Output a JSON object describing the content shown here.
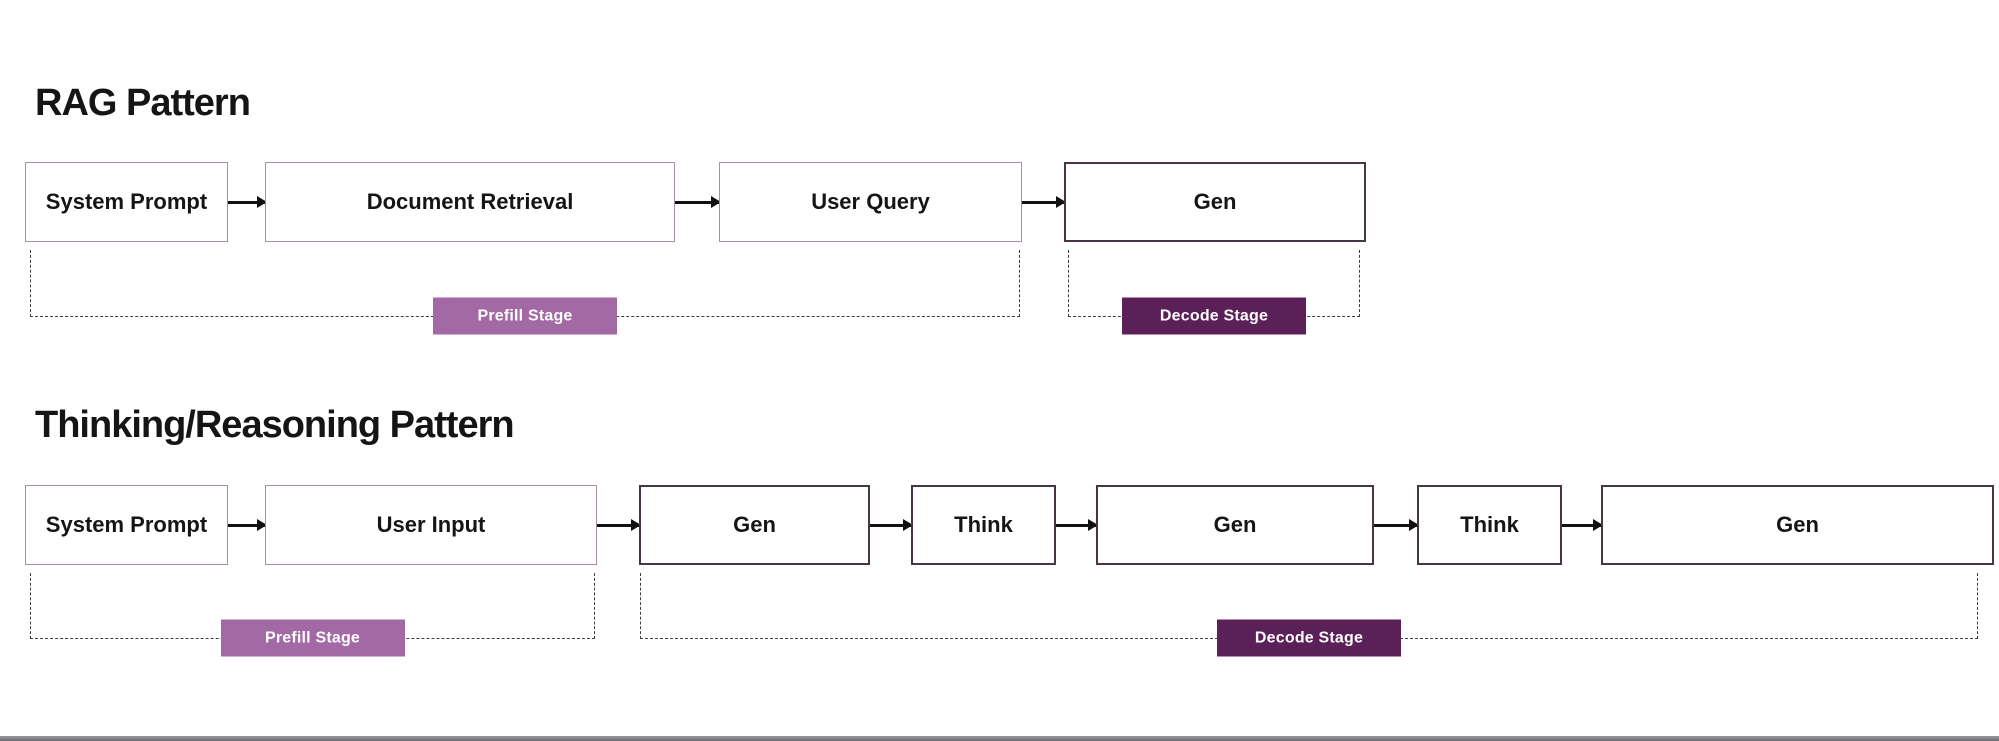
{
  "colors": {
    "background": "#ffffff",
    "title_text": "#151515",
    "box_text": "#151515",
    "light_box_border": "#a890a8",
    "dark_box_border": "#463646",
    "arrow": "#111111",
    "dashed_line": "#3f3f3f",
    "prefill_badge_bg": "#a269a5",
    "decode_badge_bg": "#5c2059",
    "badge_text": "#ffffff",
    "bottom_bar": "#85858a"
  },
  "diagrams": [
    {
      "title": "RAG Pattern",
      "boxes": [
        {
          "label": "System Prompt"
        },
        {
          "label": "Document Retrieval"
        },
        {
          "label": "User Query"
        },
        {
          "label": "Gen"
        }
      ],
      "stages": [
        {
          "label": "Prefill Stage"
        },
        {
          "label": "Decode Stage"
        }
      ]
    },
    {
      "title": "Thinking/Reasoning Pattern",
      "boxes": [
        {
          "label": "System Prompt"
        },
        {
          "label": "User Input"
        },
        {
          "label": "Gen"
        },
        {
          "label": "Think"
        },
        {
          "label": "Gen"
        },
        {
          "label": "Think"
        },
        {
          "label": "Gen"
        }
      ],
      "stages": [
        {
          "label": "Prefill Stage"
        },
        {
          "label": "Decode Stage"
        }
      ]
    }
  ]
}
